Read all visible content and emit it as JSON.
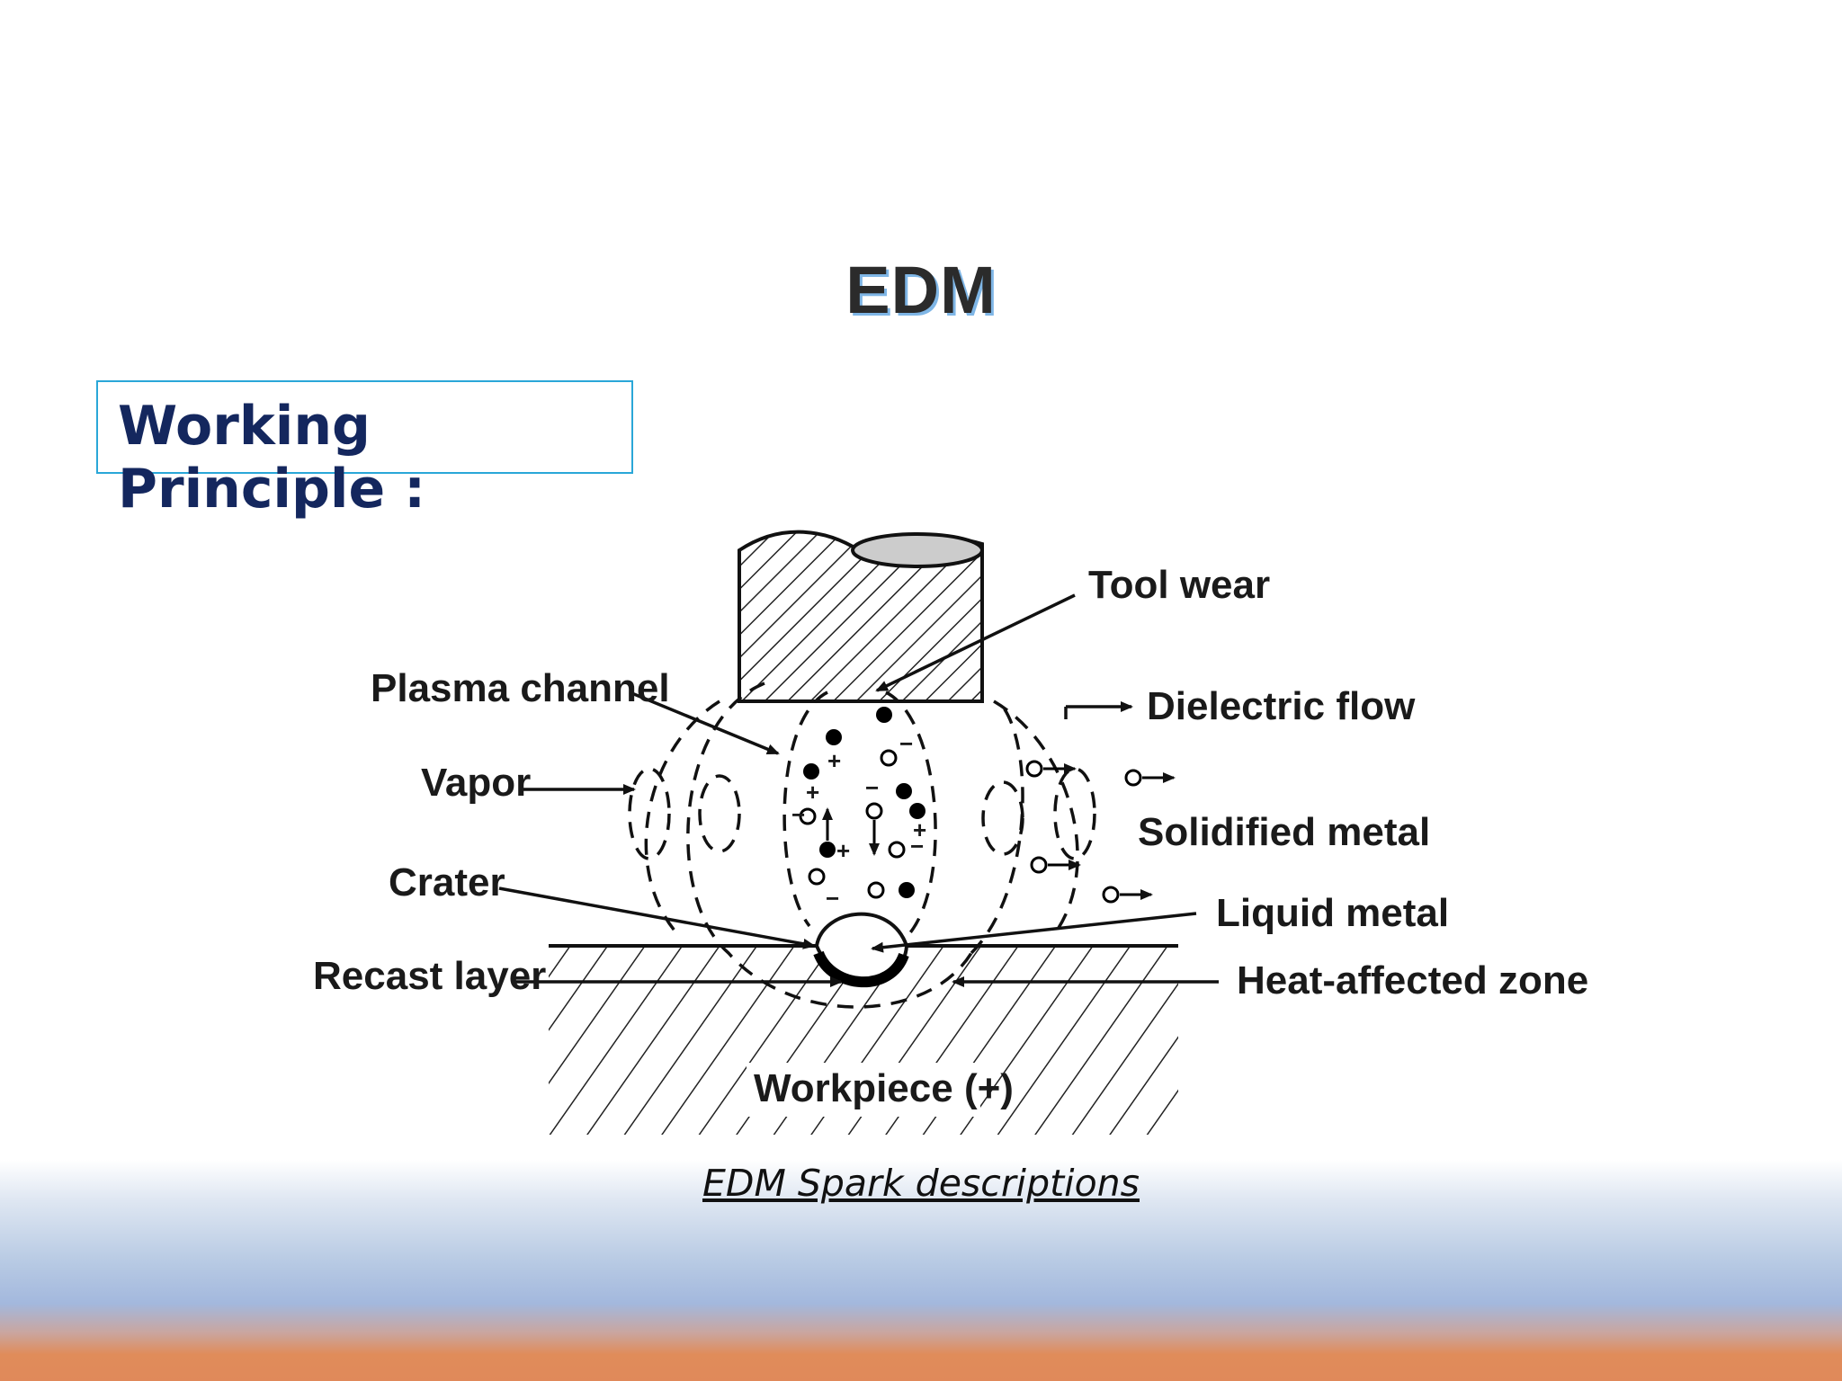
{
  "slide": {
    "title": "EDM",
    "section_heading": "Working Principle :",
    "caption": "EDM Spark descriptions"
  },
  "diagram": {
    "labels": {
      "tool_wear": "Tool wear",
      "plasma_channel": "Plasma channel",
      "dielectric_flow": "Dielectric flow",
      "vapor": "Vapor",
      "solidified_metal": "Solidified metal",
      "crater": "Crater",
      "liquid_metal": "Liquid metal",
      "recast_layer": "Recast layer",
      "heat_affected_zone": "Heat-affected zone",
      "workpiece": "Workpiece (+)"
    },
    "charge_symbols": {
      "plus": "+",
      "minus": "−"
    }
  },
  "colors": {
    "title_shadow": "#7fb6e6",
    "heading_text": "#14275e",
    "box_border": "#2aa7d8",
    "footer_orange": "#e0895a",
    "footer_blue": "#a3b8dd"
  }
}
